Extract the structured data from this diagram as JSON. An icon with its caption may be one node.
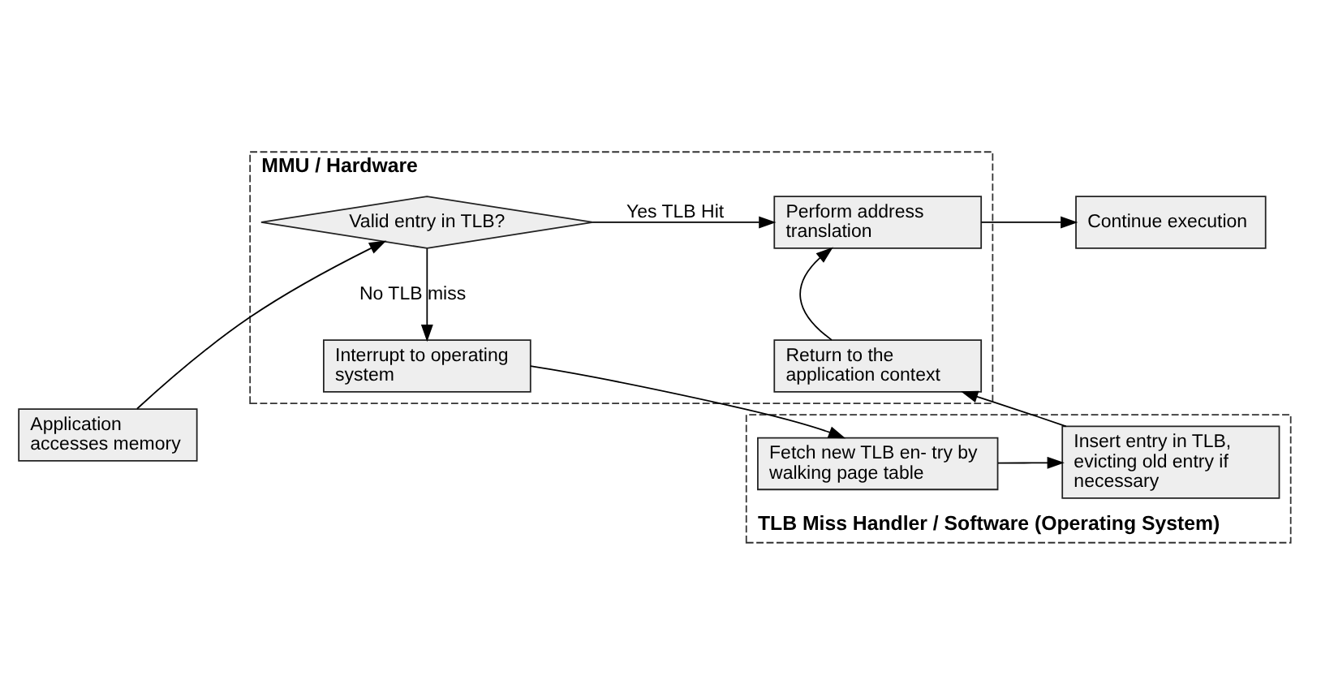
{
  "diagram": {
    "nodes": [
      {
        "text": [
          "MMU / Hardware"
        ]
      },
      {
        "text": [
          "Application accesses memory"
        ]
      },
      {
        "text": [
          "Valid entry in TLB?"
        ],
        "in": 0
      },
      {
        "text": [
          "Perform address translation"
        ],
        "in": 0
      },
      {
        "text": [
          "Continue execution"
        ]
      },
      {
        "text": [
          "Interrupt to operating system"
        ],
        "in": 0
      },
      {
        "text": [
          "Return to the application context"
        ],
        "in": 0
      },
      {
        "text": [
          "TLB Miss Handler / Software (Operating System)"
        ]
      },
      {
        "text": [
          "Fetch new TLB en- try by walking page table"
        ],
        "in": 7
      },
      {
        "text": [
          "Insert entry in TLB, evicting old entry if necessary"
        ],
        "in": 7
      }
    ],
    "edges": [
      {
        "from": 1,
        "to": 2,
        "arrow": "to"
      },
      {
        "from": 2,
        "to": 3,
        "arrow": "to",
        "label": "Yes TLB Hit"
      },
      {
        "from": 3,
        "to": 4,
        "arrow": "to"
      },
      {
        "from": 2,
        "to": 5,
        "arrow": "to",
        "label": "No TLB miss"
      },
      {
        "from": 5,
        "to": 8,
        "arrow": "to"
      },
      {
        "from": 8,
        "to": 9,
        "arrow": "to"
      },
      {
        "from": 9,
        "to": 6,
        "arrow": "to"
      },
      {
        "from": 6,
        "to": 3,
        "arrow": "to"
      }
    ]
  }
}
